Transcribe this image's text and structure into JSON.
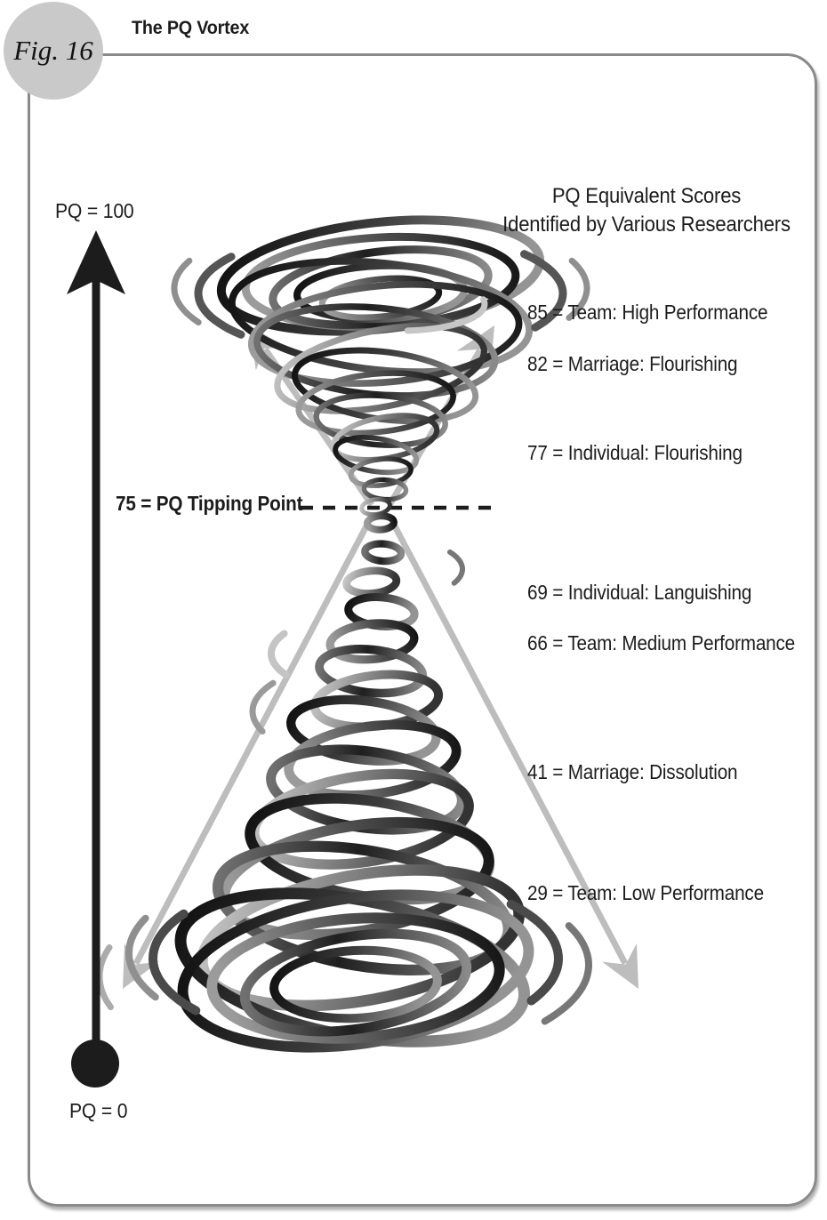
{
  "figure": {
    "label": "Fig. 16",
    "title": "The PQ Vortex"
  },
  "axis": {
    "top_label": "PQ = 100",
    "bottom_label": "PQ = 0",
    "min": 0,
    "max": 100
  },
  "tipping_point": {
    "value": 75,
    "text": "75 = PQ Tipping Point"
  },
  "scores_panel": {
    "heading_line1": "PQ Equivalent Scores",
    "heading_line2": "Identified by Various Researchers",
    "items": [
      {
        "value": 85,
        "label": "Team: High Performance",
        "text": "85 = Team: High Performance"
      },
      {
        "value": 82,
        "label": "Marriage: Flourishing",
        "text": "82 = Marriage: Flourishing"
      },
      {
        "value": 77,
        "label": "Individual: Flourishing",
        "text": "77 = Individual: Flourishing"
      },
      {
        "value": 69,
        "label": "Individual: Languishing",
        "text": "69 = Individual: Languishing"
      },
      {
        "value": 66,
        "label": "Team: Medium Performance",
        "text": "66 = Team: Medium Performance"
      },
      {
        "value": 41,
        "label": "Marriage: Dissolution",
        "text": "41 = Marriage: Dissolution"
      },
      {
        "value": 29,
        "label": "Team: Low Performance",
        "text": "29 = Team: Low Performance"
      }
    ]
  },
  "colors": {
    "ink": "#1c1c1c",
    "frame_border": "#8a8a8a",
    "fig_circle_fill": "#c9c9c9",
    "crossing_arrow_gray": "#bdbdbd",
    "vortex_dark": "#111111",
    "vortex_mid": "#6e6e6e",
    "vortex_light": "#c6c6c6"
  }
}
